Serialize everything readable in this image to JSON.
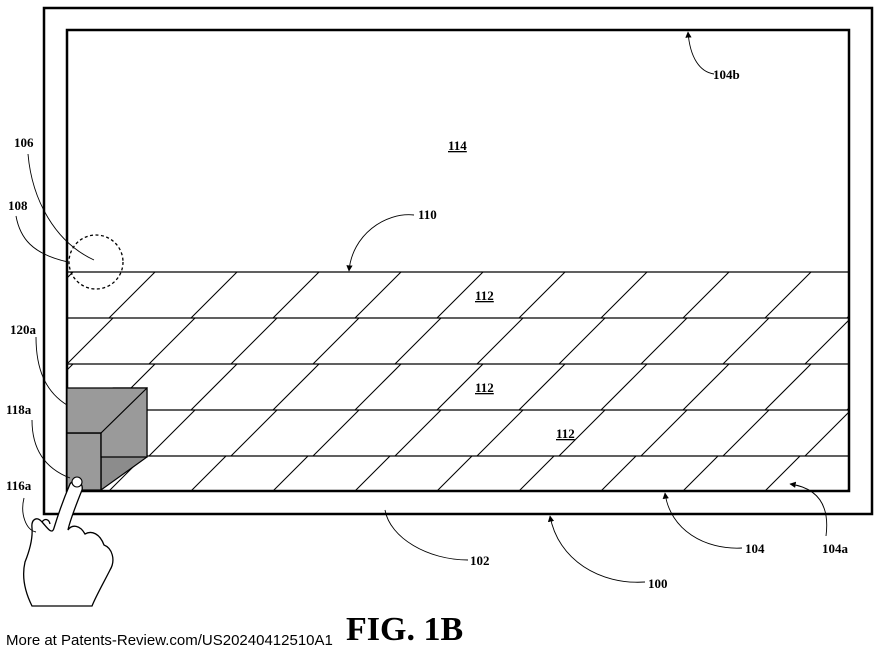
{
  "figure": {
    "caption": "FIG. 1B",
    "source_line": "More at Patents-Review.com/US20240412510A1"
  },
  "refs": {
    "r100": "100",
    "r102": "102",
    "r104": "104",
    "r104a": "104a",
    "r104b": "104b",
    "r106": "106",
    "r108": "108",
    "r110": "110",
    "r112_top": "112",
    "r112_mid": "112",
    "r112_low": "112",
    "r114": "114",
    "r116a": "116a",
    "r118a": "118a",
    "r120a": "120a"
  },
  "colors": {
    "line": "#000000",
    "cube_front": "#9a9a9a",
    "cube_side": "#8a8a8a",
    "background": "#ffffff"
  }
}
